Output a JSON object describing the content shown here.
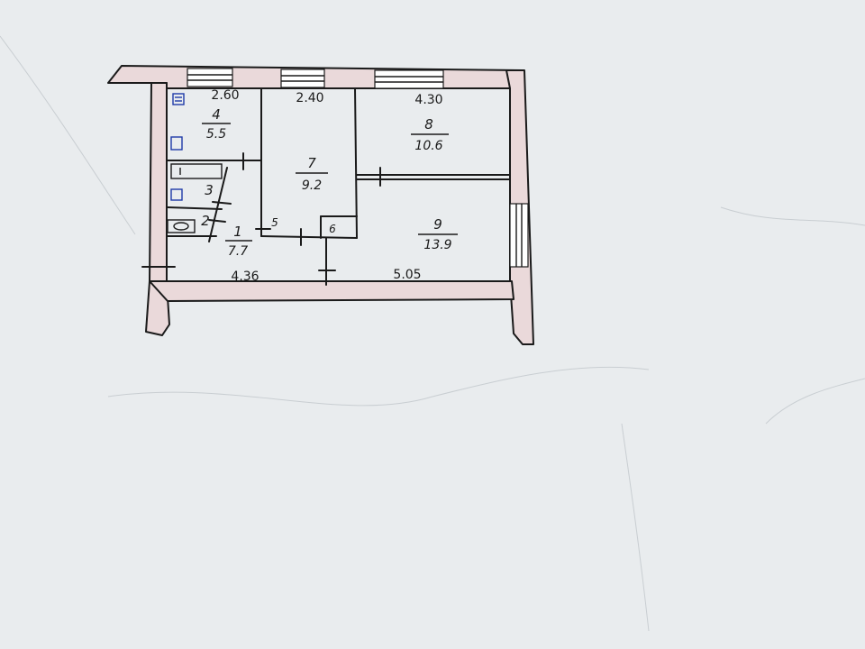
{
  "plan": {
    "rooms": [
      {
        "id": "room-1",
        "number": "1",
        "area": "7.7"
      },
      {
        "id": "room-2",
        "number": "2",
        "area": ""
      },
      {
        "id": "room-3",
        "number": "3",
        "area": ""
      },
      {
        "id": "room-4",
        "number": "4",
        "area": "5.5"
      },
      {
        "id": "room-5",
        "number": "5",
        "area": ""
      },
      {
        "id": "room-6",
        "number": "6",
        "area": ""
      },
      {
        "id": "room-7",
        "number": "7",
        "area": "9.2"
      },
      {
        "id": "room-8",
        "number": "8",
        "area": "10.6"
      },
      {
        "id": "room-9",
        "number": "9",
        "area": "13.9"
      }
    ],
    "dimensions": {
      "top_left": "2.60",
      "top_middle": "2.40",
      "top_right": "4.30",
      "bottom_left": "4.36",
      "bottom_right": "5.05"
    },
    "colors": {
      "wall_fill": "#ead9da",
      "ink": "#1a1a1a",
      "fixture_ink": "#1e3aa8",
      "paper": "#e9ecee"
    }
  }
}
